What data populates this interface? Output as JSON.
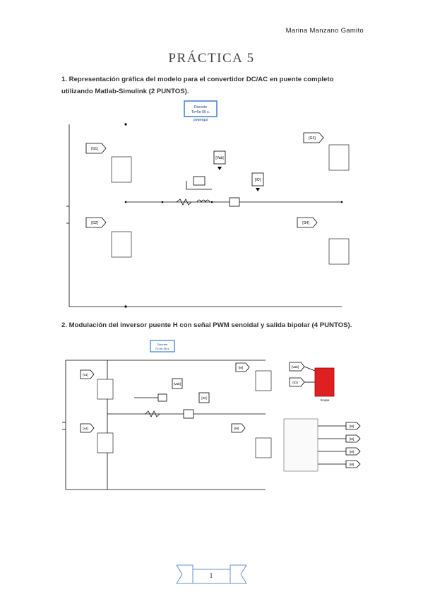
{
  "header": {
    "author": "Marina Manzano Gamito"
  },
  "document": {
    "title": "PRÁCTICA 5",
    "question1": "1. Representación gráfica del modelo para el convertidor DC/AC en puente completo utilizando Matlab-Simulink (2 PUNTOS).",
    "question2": "2. Modulación del inversor puente H con señal PWM senoidal y salida bipolar (4 PUNTOS)."
  },
  "diagram1": {
    "powergui_line1": "Discrete",
    "powergui_line2": "Ts=5e-06 s.",
    "powergui_caption": "powergui",
    "goto_tags": [
      "[G1]",
      "[G2]",
      "[G3]",
      "[G4]"
    ],
    "from_vab": "[Vab]",
    "from_io": "[IO]"
  },
  "diagram2": {
    "powergui_line1": "Discrete",
    "powergui_line2": "Ts=5e-06 s.",
    "tags_left": [
      "[x1]",
      "[x4]"
    ],
    "tags_right": [
      "[M]",
      "[M]"
    ],
    "from_vab": "[Vab]",
    "from_io": "[IO]",
    "scope_inputs": [
      "[Vab]",
      "[IO]"
    ],
    "scope_caption": "Scope",
    "pwm_outputs": [
      "[M]",
      "[M]",
      "[M]",
      "[M]"
    ]
  },
  "footer": {
    "page_number": "1"
  },
  "colors": {
    "scope_red": "#e02020",
    "powergui_border": "#3a7bd5",
    "ribbon": "#6a8fd0"
  }
}
